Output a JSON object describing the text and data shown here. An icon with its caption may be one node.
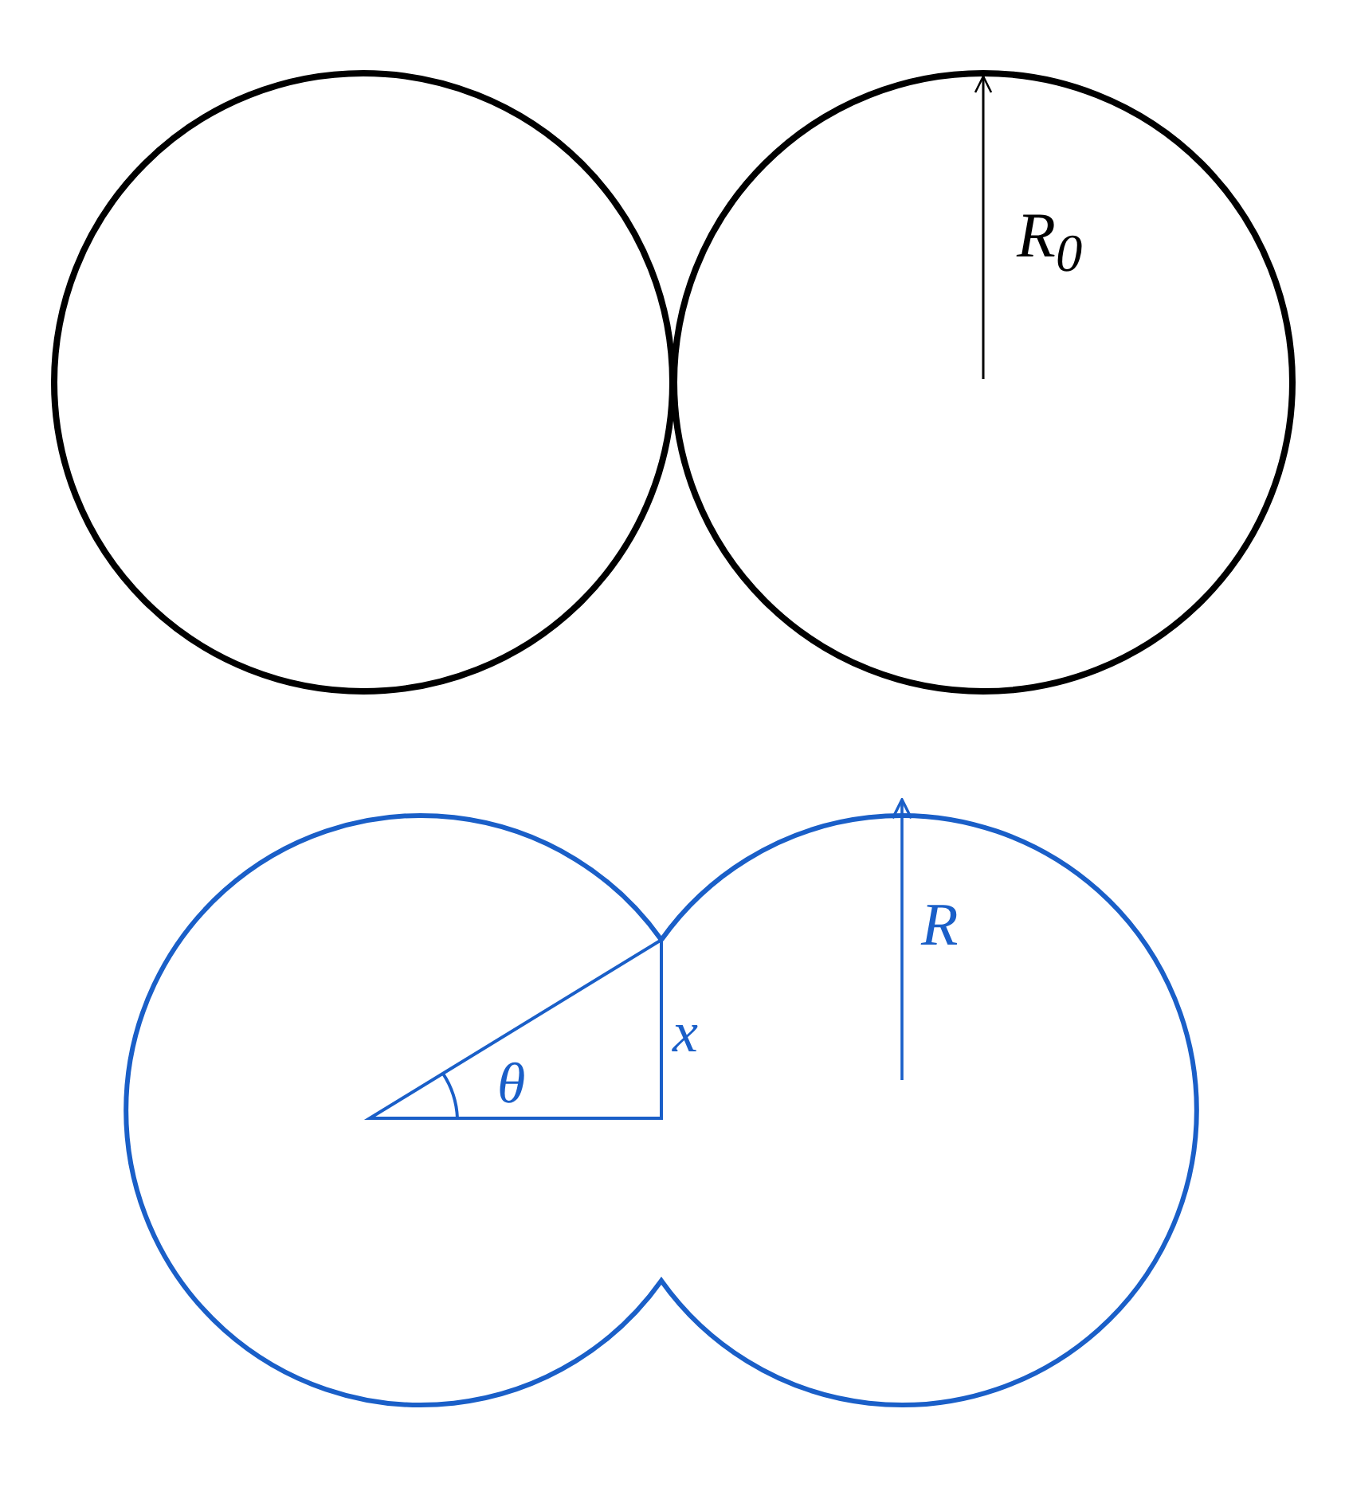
{
  "diagram": {
    "labels": [
      "R$_{0}$",
      "R",
      "x",
      "θ"
    ]
  }
}
